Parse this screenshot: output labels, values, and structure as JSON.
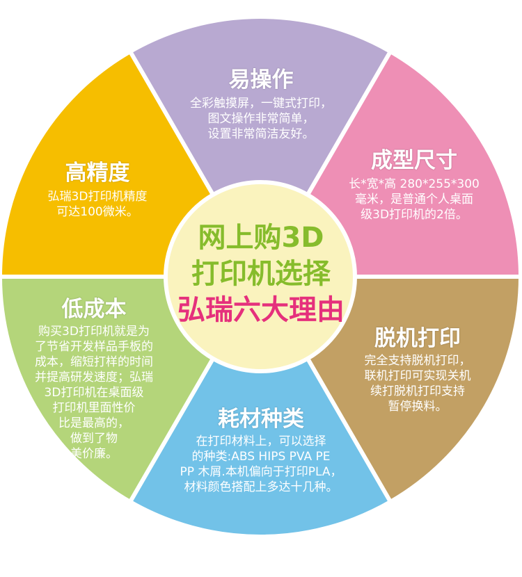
{
  "colors": {
    "yellow": "#F6BE00",
    "purple": "#B8A9D1",
    "pink": "#EE8FB5",
    "tan": "#C2A064",
    "blue": "#72C2E8",
    "green": "#B4D57A",
    "center_fill": "#FAF3BE",
    "center_green": "#86BC2C",
    "center_pink": "#E5307C"
  },
  "center": {
    "line1": "网上购3D",
    "line2": "打印机选择",
    "line3": "弘瑞六大理由"
  },
  "segments": [
    {
      "key": "ease",
      "color": "purple",
      "title": "易操作",
      "lines": [
        "全彩触摸屏，一键式打印，",
        "图文操作非常简单，",
        "设置非常简洁友好。"
      ]
    },
    {
      "key": "size",
      "color": "pink",
      "title": "成型尺寸",
      "lines": [
        "长*宽*高 280*255*300",
        "毫米，是普通个人桌面",
        "级3D打印机的2倍。"
      ]
    },
    {
      "key": "offline",
      "color": "tan",
      "title": "脱机打印",
      "lines": [
        "完全支持脱机打印，",
        "联机打印可实现关机",
        "续打脱机打印支持",
        "暂停换料。"
      ]
    },
    {
      "key": "material",
      "color": "blue",
      "title": "耗材种类",
      "lines": [
        "在打印材料上，可以选择",
        "的种类:ABS HIPS PVA PE",
        "PP 木屑.本机偏向于打印PLA，",
        "材料颜色搭配上多达十几种。"
      ]
    },
    {
      "key": "cost",
      "color": "green",
      "title": "低成本",
      "lines": [
        "购买3D打印机就是为",
        "了节省开发样品手板的",
        "成本，缩短打样的时间",
        "并提高研发速度；弘瑞",
        "3D打印机在桌面级",
        "打印机里面性价",
        "比是最高的，",
        "做到了物",
        "美价廉。"
      ]
    },
    {
      "key": "precision",
      "color": "yellow",
      "title": "高精度",
      "lines": [
        "弘瑞3D打印机精度",
        "可达100微米。"
      ]
    }
  ]
}
